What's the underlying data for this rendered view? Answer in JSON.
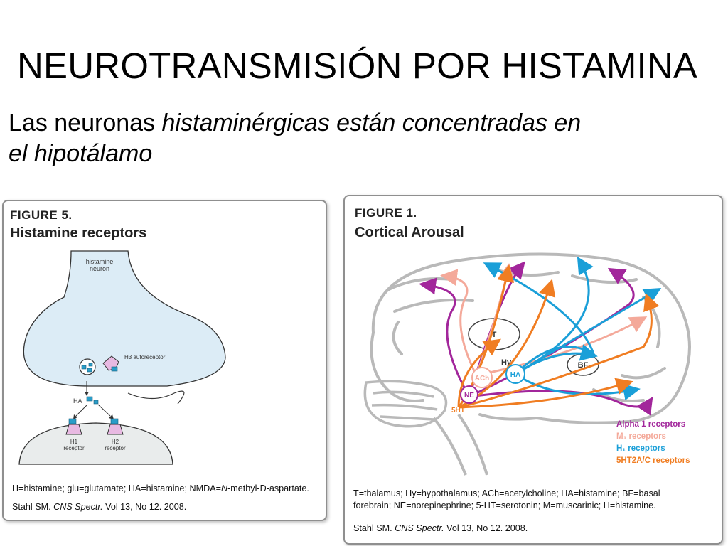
{
  "slide": {
    "title": "NEUROTRANSMISIÓN POR HISTAMINA",
    "subtitle_plain": "Las neuronas ",
    "subtitle_italic_1": "histaminérgicas están concentradas en",
    "subtitle_italic_2": "el hipotálamo"
  },
  "figure5": {
    "label": "FIGURE 5.",
    "title": "Histamine receptors",
    "neuron_label_1": "histamine",
    "neuron_label_2": "neuron",
    "autoreceptor_label": "H3 autoreceptor",
    "ha_label": "HA",
    "h1_label_1": "H1",
    "h1_label_2": "receptor",
    "h2_label_1": "H2",
    "h2_label_2": "receptor",
    "caption_prefix": "H=histamine; glu=glutamate; HA=histamine; NMDA=",
    "caption_italic": "N",
    "caption_suffix": "-methyl-D-aspartate.",
    "cite_prefix": "Stahl SM. ",
    "cite_journal": "CNS Spectr.",
    "cite_suffix": " Vol 13, No 12. 2008."
  },
  "figure1": {
    "label": "FIGURE 1.",
    "title": "Cortical Arousal",
    "node_t": "T",
    "node_hy": "Hy",
    "node_bf": "BF",
    "node_ach": "ACh",
    "node_ha": "HA",
    "node_ne": "NE",
    "node_5ht": "5HT",
    "legend": [
      {
        "label": "Alpha 1 receptors",
        "color": "#a2269b"
      },
      {
        "label": "M₁ receptors",
        "color": "#f4a99a"
      },
      {
        "label": "H₁ receptors",
        "color": "#1a9fd8"
      },
      {
        "label": "5HT2A/C receptors",
        "color": "#f07d22"
      }
    ],
    "caption_line1": "T=thalamus; Hy=hypothalamus; ACh=acetylcholine; HA=histamine; BF=basal",
    "caption_line2": "forebrain; NE=norepinephrine; 5-HT=serotonin; M=muscarinic; H=histamine.",
    "cite_prefix": "Stahl SM. ",
    "cite_journal": "CNS Spectr.",
    "cite_suffix": " Vol 13, No 12. 2008."
  },
  "colors": {
    "alpha1": "#a2269b",
    "m1": "#f4a99a",
    "h1": "#1a9fd8",
    "ht": "#f07d22",
    "neuron_fill": "#dcecf6",
    "receptor_fill": "#e8b9e2",
    "ha_blue": "#2a9dc8"
  }
}
